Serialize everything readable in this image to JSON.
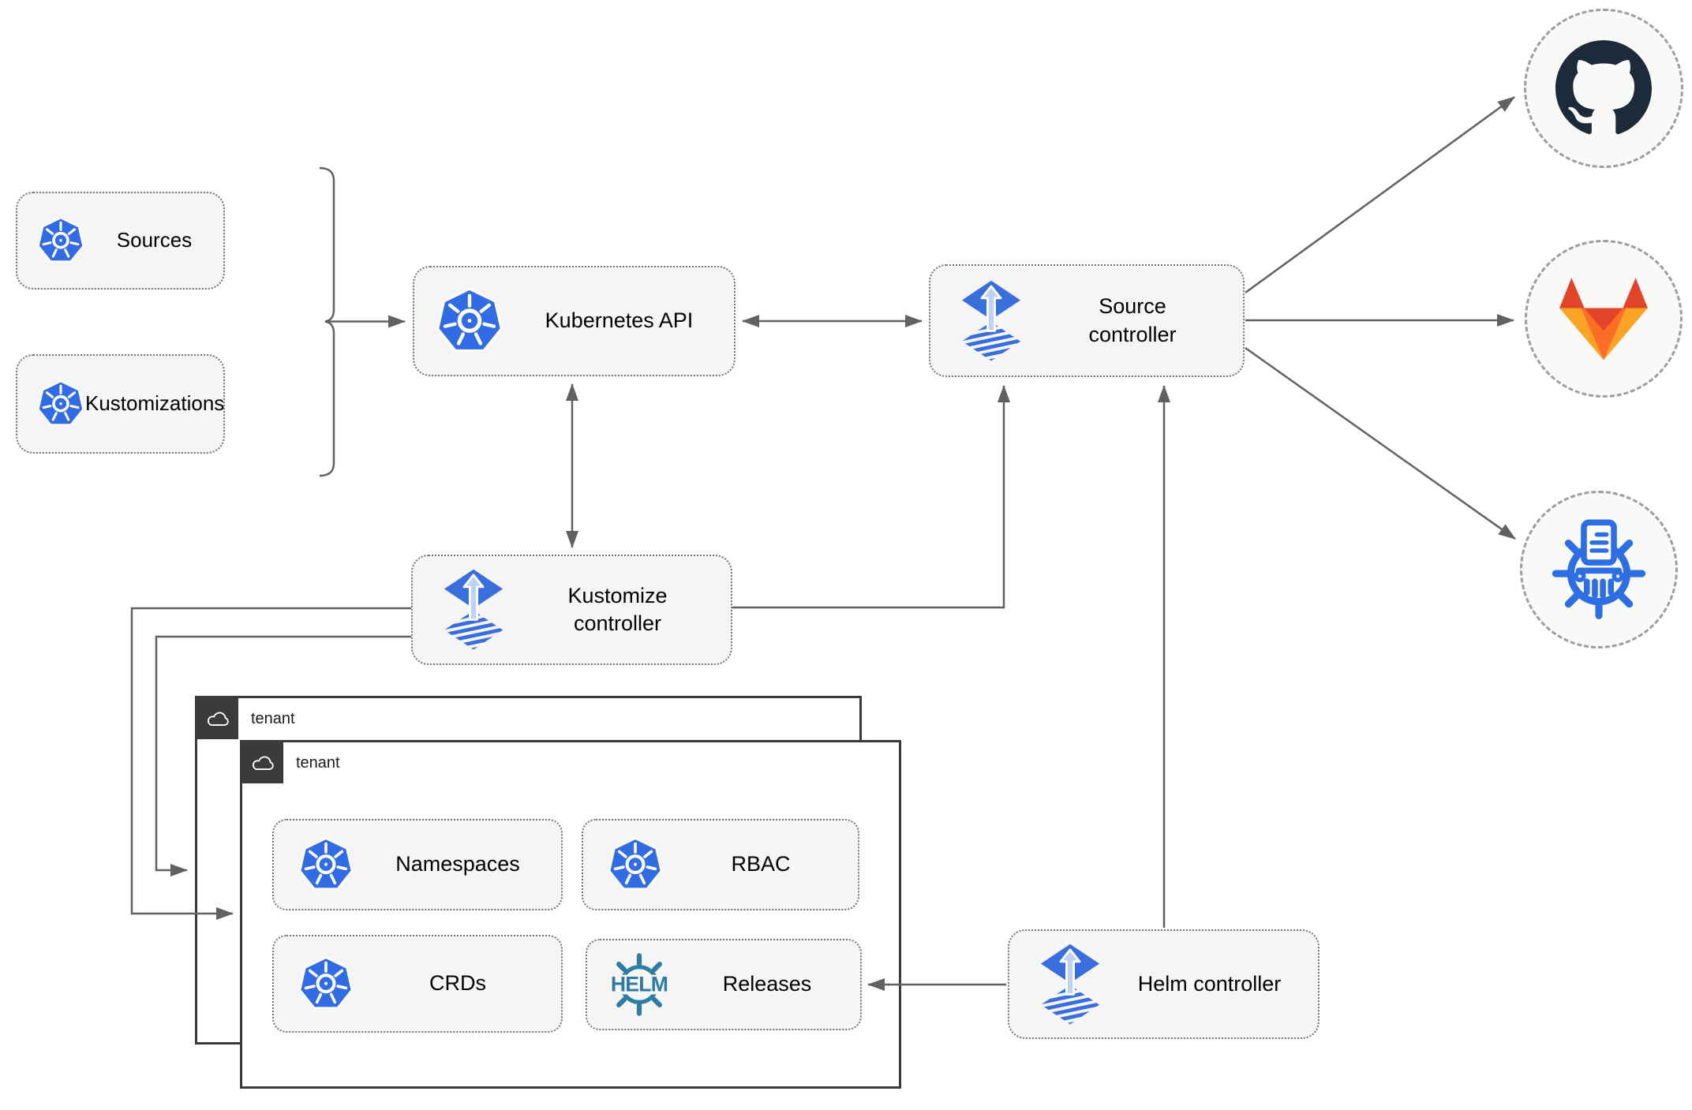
{
  "nodes": {
    "sources": {
      "label": "Sources",
      "icon": "kubernetes-icon"
    },
    "kustomizations": {
      "label": "Kustomizations",
      "icon": "kubernetes-icon"
    },
    "kubernetes_api": {
      "label": "Kubernetes API",
      "icon": "kubernetes-icon"
    },
    "source_controller": {
      "label": "Source controller",
      "icon": "flux-icon"
    },
    "kustomize_controller": {
      "label": "Kustomize controller",
      "icon": "flux-icon"
    },
    "helm_controller": {
      "label": "Helm controller",
      "icon": "flux-icon"
    },
    "namespaces": {
      "label": "Namespaces",
      "icon": "kubernetes-icon"
    },
    "rbac": {
      "label": "RBAC",
      "icon": "kubernetes-icon"
    },
    "crds": {
      "label": "CRDs",
      "icon": "kubernetes-icon"
    },
    "releases": {
      "label": "Releases",
      "icon": "helm-icon"
    }
  },
  "containers": {
    "tenant_back": {
      "label": "tenant",
      "icon": "cloud-icon"
    },
    "tenant_front": {
      "label": "tenant",
      "icon": "cloud-icon"
    }
  },
  "endpoints": {
    "github": {
      "icon": "github-icon"
    },
    "gitlab": {
      "icon": "gitlab-icon"
    },
    "chartmuseum": {
      "icon": "chartmuseum-icon"
    }
  },
  "logo_text": {
    "helm": "HELM"
  },
  "colors": {
    "arrow": "#616161",
    "node_fill": "#f5f5f5",
    "node_border": "#767676",
    "window_border": "#3b3b3b",
    "kubernetes_blue": "#326ce5",
    "flux_blue": "#3a6edc",
    "flux_arrow_light": "#bed3f3",
    "helm_teal": "#2e7ca3",
    "chartmuseum_blue": "#2e6ee4",
    "github_dark": "#1b2b3a",
    "gitlab_orange": [
      "#e24329",
      "#fc6d26",
      "#fca326"
    ]
  }
}
